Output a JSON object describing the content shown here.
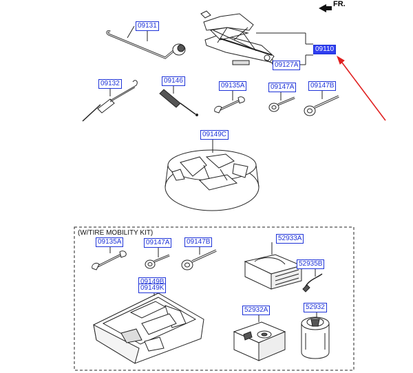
{
  "direction": {
    "label": "FR."
  },
  "kit_title": "(W/TIRE MOBILITY KIT)",
  "colors": {
    "label_border": "#1d32d8",
    "highlight": "#2f3ef0",
    "arrow": "#e02020",
    "line": "#222222"
  },
  "parts": {
    "wrench_long": "09131",
    "jack_assy": "09110",
    "jack_handle": "09127A",
    "hook": "09132",
    "screwdriver": "09146",
    "spanner_a": "09135A",
    "eye_bolt_a": "09147A",
    "eye_bolt_b": "09147B",
    "tray_c": "09149C",
    "kit_spanner": "09135A",
    "kit_eye_bolt_a": "09147A",
    "kit_eye_bolt_b": "09147B",
    "kit_case": "52933A",
    "kit_hose": "52935B",
    "kit_tray_b": "09149B",
    "kit_tray_k": "09149K",
    "kit_compressor": "52932A",
    "kit_sealant": "52932"
  }
}
